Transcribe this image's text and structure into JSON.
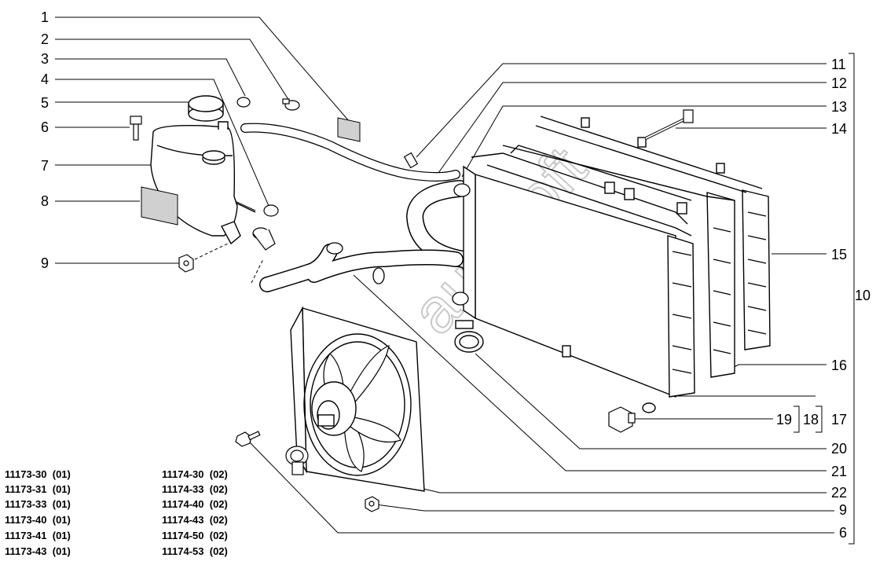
{
  "callouts": {
    "left": [
      "1",
      "2",
      "3",
      "4",
      "5",
      "6",
      "7",
      "8",
      "9"
    ],
    "right": [
      "11",
      "12",
      "13",
      "14",
      "15",
      "16",
      "17",
      "18",
      "19",
      "20",
      "21",
      "22",
      "9",
      "6"
    ],
    "group": "10"
  },
  "watermark": "autosoft",
  "model_codes": [
    {
      "code": "11173-30",
      "variant": "(01)"
    },
    {
      "code": "11173-31",
      "variant": "(01)"
    },
    {
      "code": "11173-33",
      "variant": "(01)"
    },
    {
      "code": "11173-40",
      "variant": "(01)"
    },
    {
      "code": "11173-41",
      "variant": "(01)"
    },
    {
      "code": "11173-43",
      "variant": "(01)"
    },
    {
      "code": "11174-30",
      "variant": "(02)"
    },
    {
      "code": "11174-33",
      "variant": "(02)"
    },
    {
      "code": "11174-40",
      "variant": "(02)"
    },
    {
      "code": "11174-43",
      "variant": "(02)"
    },
    {
      "code": "11174-50",
      "variant": "(02)"
    },
    {
      "code": "11174-53",
      "variant": "(02)"
    }
  ]
}
